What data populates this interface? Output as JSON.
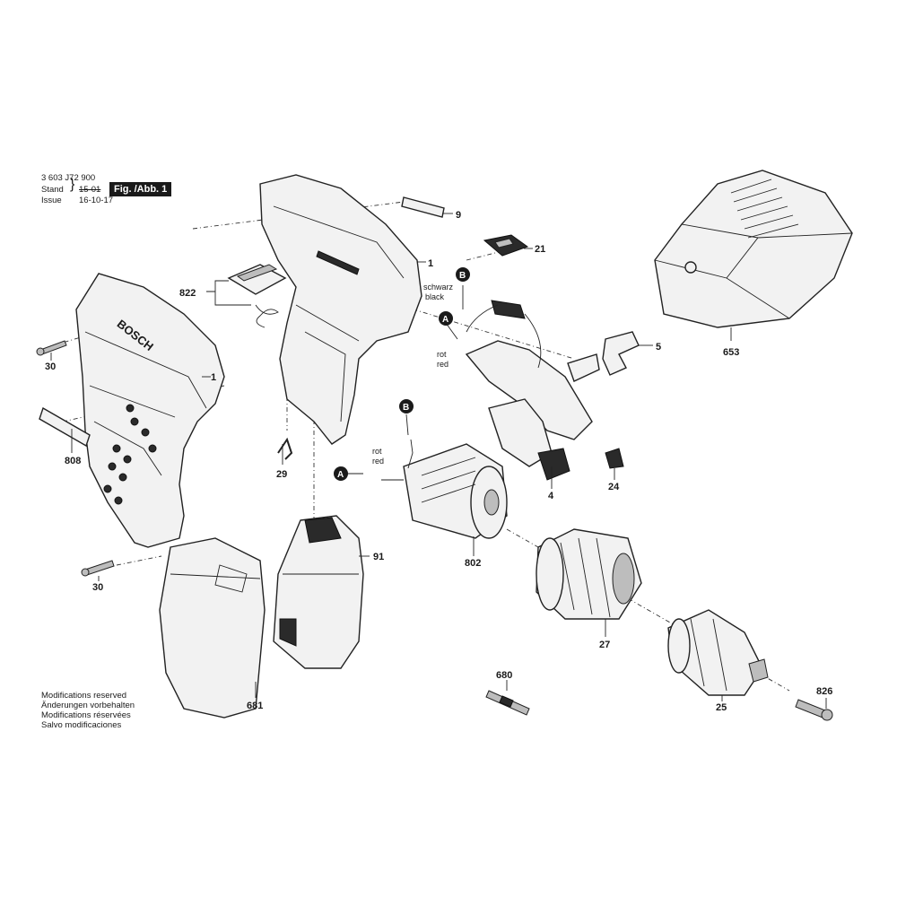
{
  "header": {
    "drawing_number": "3 603 J72 900",
    "stand_label": "Stand",
    "stand_value": "15-01",
    "issue_label": "Issue",
    "issue_value": "16-10-17",
    "figure_tag": "Fig. /Abb. 1"
  },
  "notes": [
    "Modifications reserved",
    "Änderungen vorbehalten",
    "Modifications réservées",
    "Salvo modificaciones"
  ],
  "brand_text": "BOSCH",
  "wire_labels": {
    "schwarz": "schwarz",
    "black": "black",
    "rot": "rot",
    "red": "red"
  },
  "connectors": {
    "a": "A",
    "b": "B"
  },
  "part_labels": {
    "p30_top": "30",
    "p808": "808",
    "p822": "822",
    "p1_left": "1",
    "p29": "29",
    "p9": "9",
    "p1_right": "1",
    "p21": "21",
    "p5": "5",
    "p653": "653",
    "p4": "4",
    "p24": "24",
    "p802": "802",
    "p91": "91",
    "p27": "27",
    "p681": "681",
    "p680": "680",
    "p25": "25",
    "p826": "826",
    "p30_bottom": "30"
  }
}
